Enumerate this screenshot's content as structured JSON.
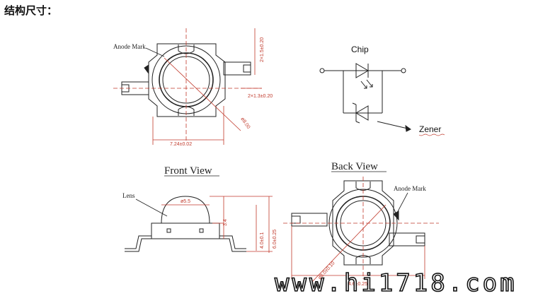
{
  "heading": "结构尺寸：",
  "top_view": {
    "anode_mark": "Anode Mark",
    "dim_top": "2×1.5±0.20",
    "dim_side": "2×1.3±0.20",
    "dim_dia": "ø8.00",
    "dim_width": "7.24±0.02"
  },
  "circuit": {
    "chip_label": "Chip",
    "zener_label": "Zener"
  },
  "front_view": {
    "title": "Front View",
    "lens_label": "Lens",
    "dim_lens": "ø5.5",
    "dim_a": "3.4",
    "dim_b": "4.0±0.1",
    "dim_c": "6.0±0.25"
  },
  "back_view": {
    "title": "Back View",
    "anode_mark": "Anode Mark",
    "dim_dia": "ø8.0±0.10",
    "dim_width": "14.6±0.25"
  },
  "watermark": "www.hi1718.com"
}
